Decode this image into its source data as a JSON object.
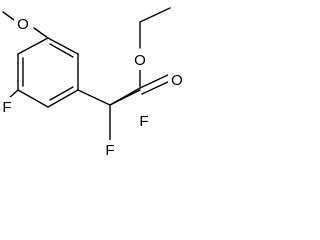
{
  "molecule": {
    "atoms": {
      "methoxy_oxygen": "O",
      "ring_fluorine": "F",
      "ester_single_oxygen": "O",
      "carbonyl_oxygen": "O",
      "difluoro_fluorine_upper": "F",
      "difluoro_fluorine_lower": "F"
    },
    "colors": {
      "bond": "#000000",
      "label": "#000000",
      "background": "#ffffff"
    }
  }
}
